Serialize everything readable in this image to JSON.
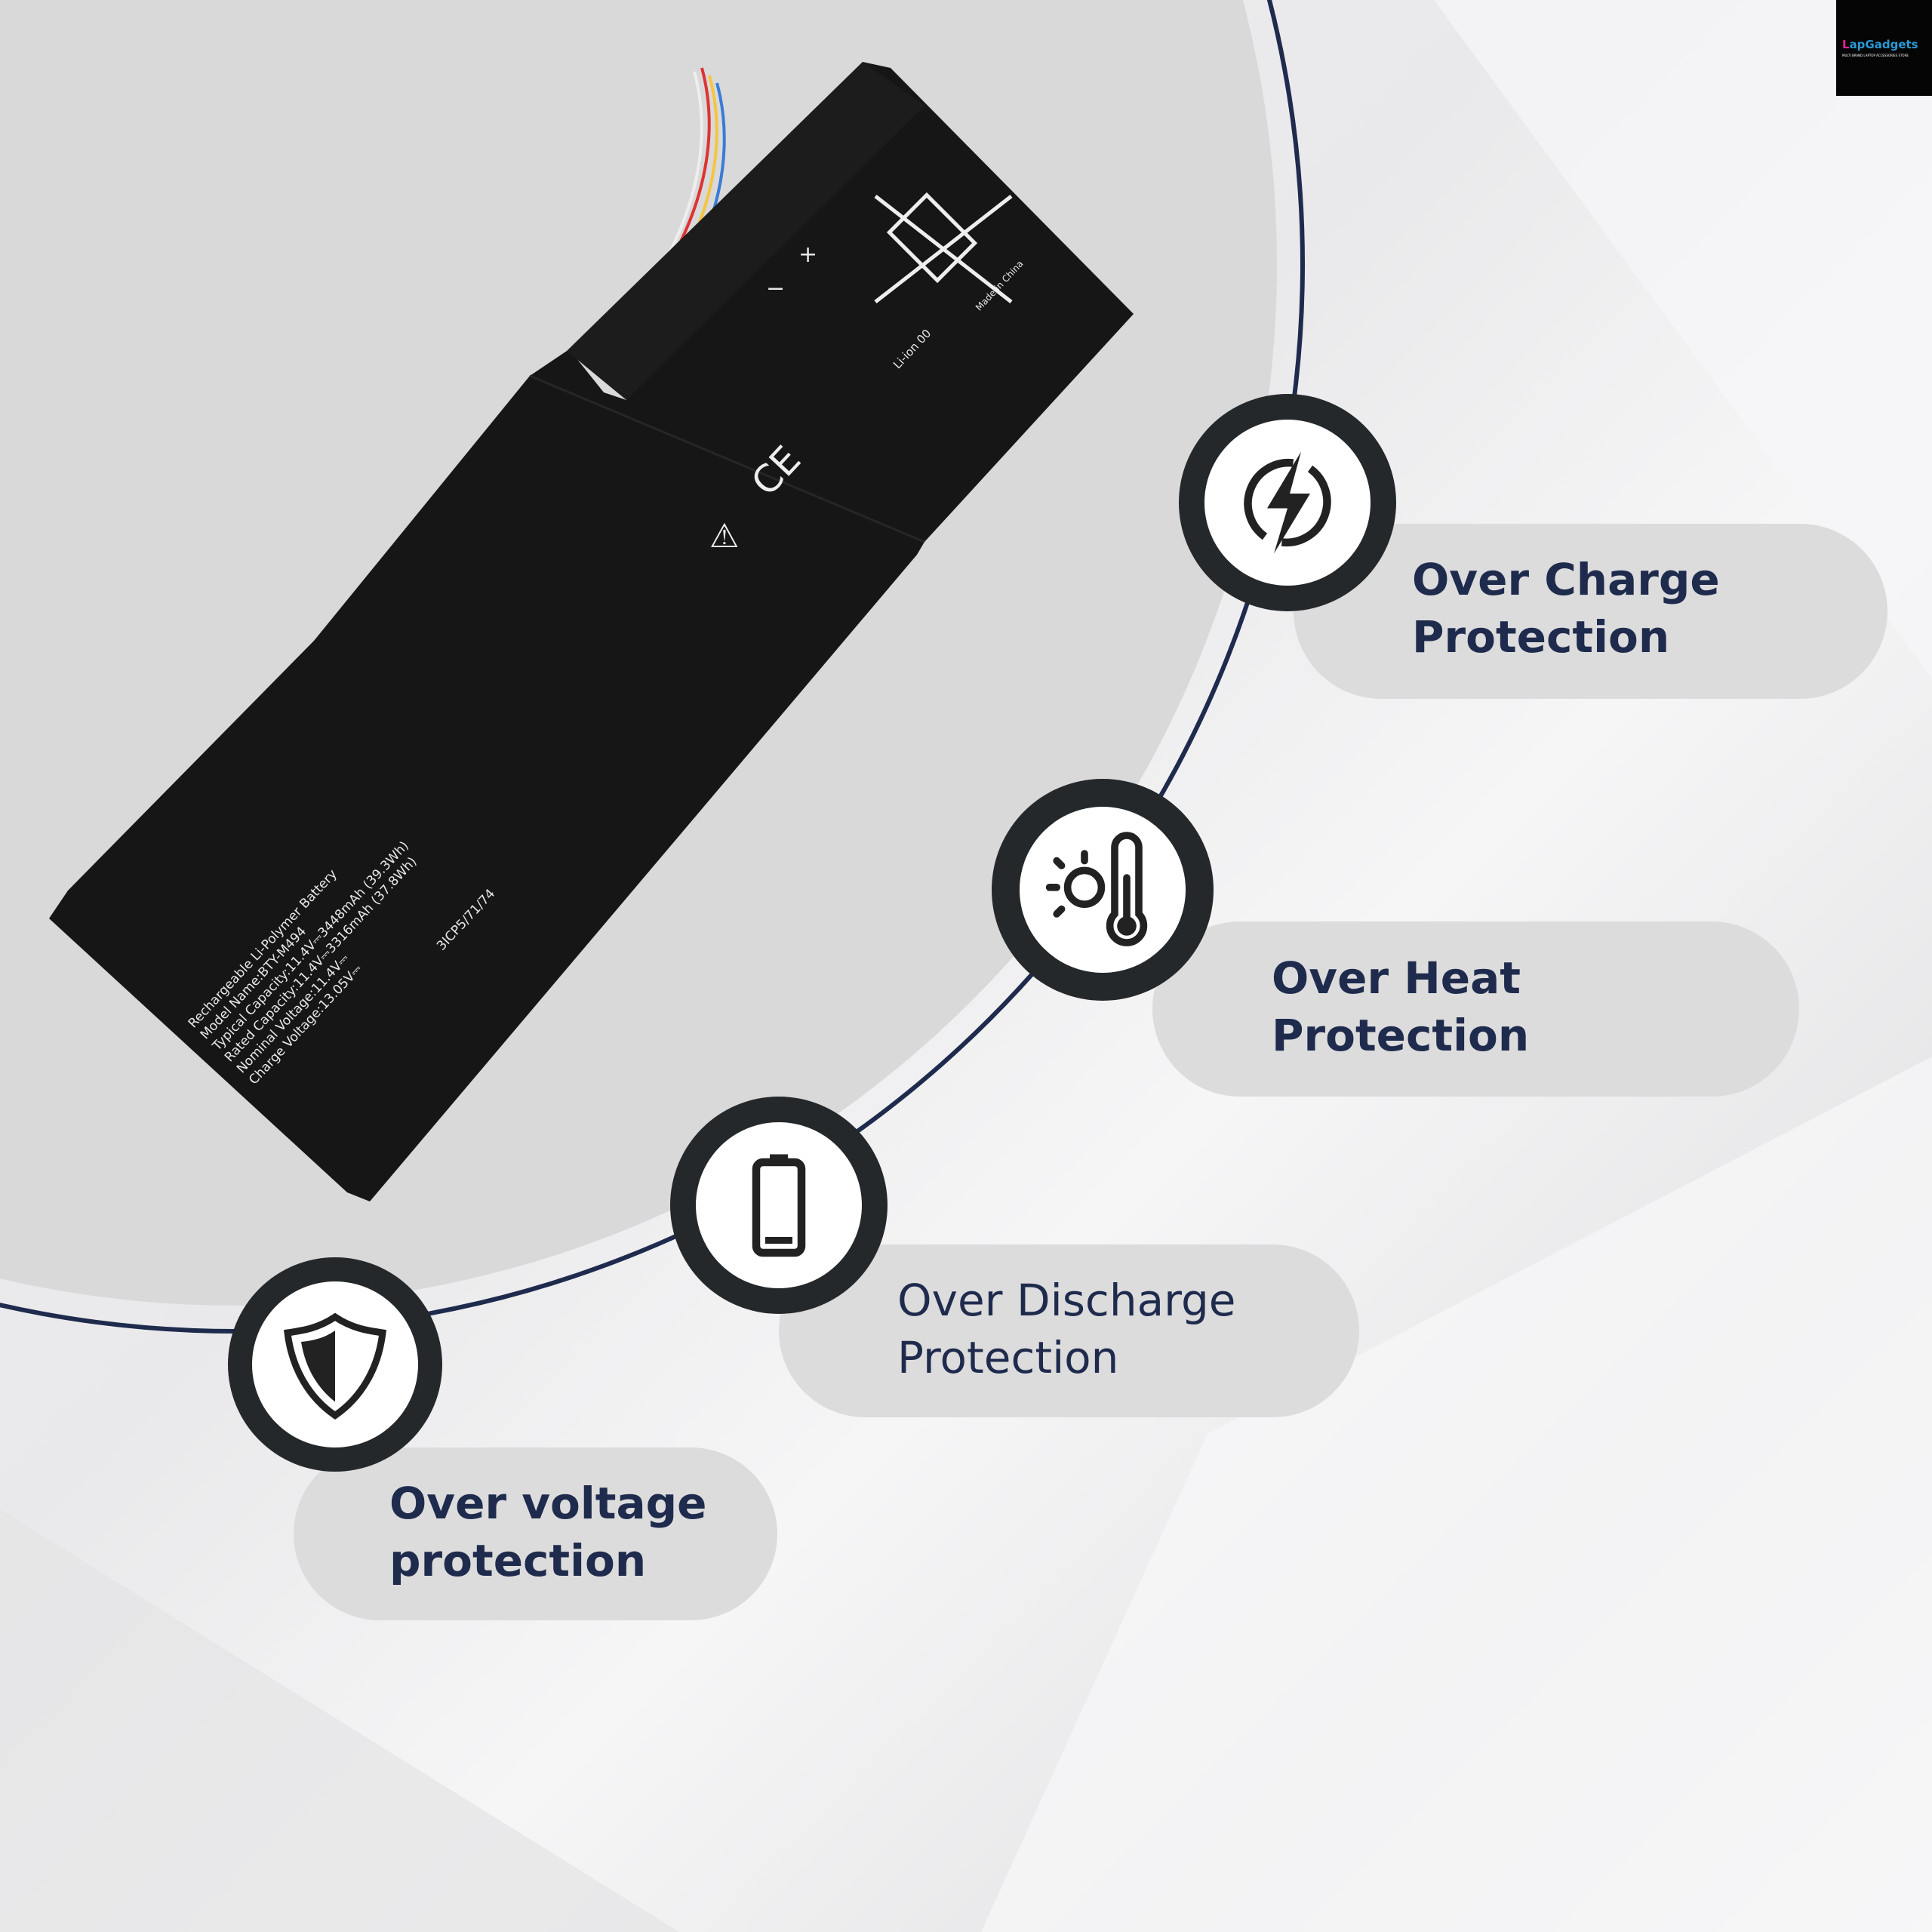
{
  "logo": {
    "brand_prefix": "L",
    "brand_rest": "apGadgets",
    "tagline": "MULTI BRAND LAPTOP ACCESSORIES STORE"
  },
  "battery_label": {
    "lines": [
      "Rechargeable Li-Polymer Battery",
      "Model Name:BTY-M494",
      "Typical Capacity:11.4V⎓3448mAh (39.3Wh)",
      "Rated Capacity:11.4V⎓3316mAh (37.8Wh)",
      "Nominal Voltage:11.4V⎓",
      "Charge Voltage:13.05V⎓"
    ],
    "cell_code": "3ICP5/71/74",
    "chem": "Li-ion 00",
    "origin": "Made in China",
    "plus": "+",
    "minus": "−"
  },
  "features": [
    {
      "icon": "lightning-icon",
      "line1": "Over Charge",
      "line2": "Protection"
    },
    {
      "icon": "thermometer-sun-icon",
      "line1": "Over Heat",
      "line2": "Protection"
    },
    {
      "icon": "battery-low-icon",
      "line1": "Over Discharge",
      "line2": "Protection"
    },
    {
      "icon": "shield-icon",
      "line1": "Over voltage",
      "line2": "protection"
    }
  ],
  "colors": {
    "navy": "#1f2b4d",
    "ring": "#25282a",
    "pill": "#dcdcdd"
  }
}
